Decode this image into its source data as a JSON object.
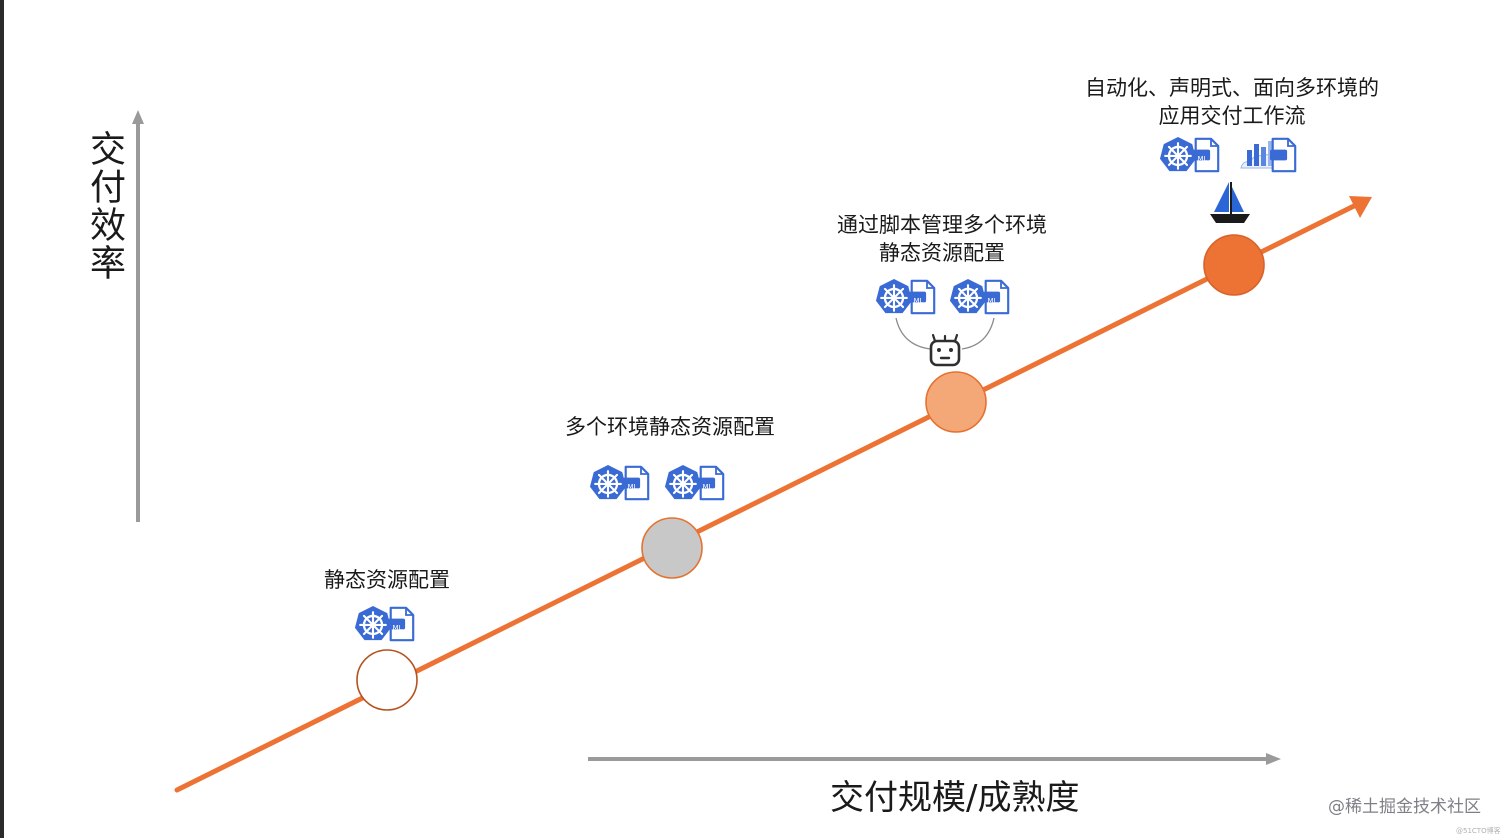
{
  "axes": {
    "y_label": "交付效率",
    "x_label": "交付规模/成熟度"
  },
  "stages": [
    {
      "name": "stage-1",
      "label_lines": [
        "静态资源配置"
      ],
      "node_color": "#ffffff",
      "node_stroke": "#b5511f"
    },
    {
      "name": "stage-2",
      "label_lines": [
        "多个环境静态资源配置"
      ],
      "node_color": "#c8c8c8",
      "node_stroke": "#e5722f"
    },
    {
      "name": "stage-3",
      "label_lines": [
        "通过脚本管理多个环境",
        "静态资源配置"
      ],
      "node_color": "#f4a877",
      "node_stroke": "#e5722f"
    },
    {
      "name": "stage-4",
      "label_lines": [
        "自动化、声明式、面向多环境的",
        "应用交付工作流"
      ],
      "node_color": "#ec7333",
      "node_stroke": "#d9622a"
    }
  ],
  "icons": {
    "helm_wheel": "kubernetes-icon",
    "yaml_file": "yaml-file-icon",
    "file_badge": "ML",
    "script_bot": "robot-icon",
    "app_infra": "app-infra-icon",
    "sailboat": "sailboat-icon"
  },
  "colors": {
    "trend_line": "#ec7333",
    "axis": "#9a9a9a",
    "k8s_blue": "#3a6ad4"
  },
  "watermark": "@稀土掘金技术社区",
  "watermark_small": "@51CTO博客"
}
